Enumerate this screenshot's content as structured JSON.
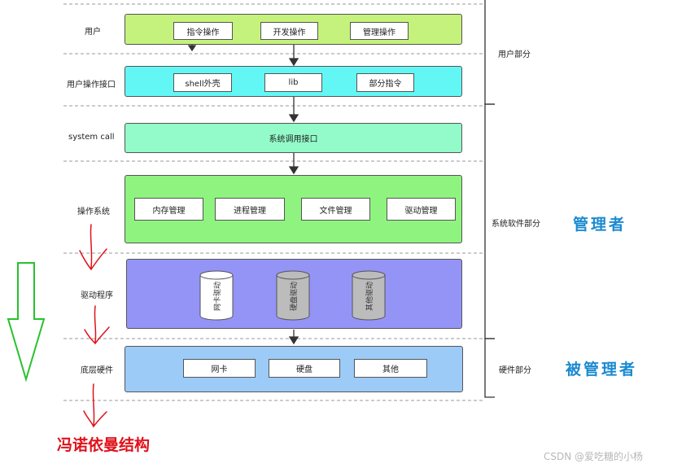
{
  "layers": {
    "user": {
      "label": "用户",
      "items": [
        "指令操作",
        "开发操作",
        "管理操作"
      ],
      "color": "#c5f27c"
    },
    "user_interface": {
      "label": "用户操作接口",
      "items": [
        "shell外壳",
        "lib",
        "部分指令"
      ],
      "color": "#62f7f5"
    },
    "syscall": {
      "label": "system call",
      "text": "系统调用接口",
      "color": "#93fbc9"
    },
    "os": {
      "label": "操作系统",
      "items": [
        "内存管理",
        "进程管理",
        "文件管理",
        "驱动管理"
      ],
      "color": "#8ff47f"
    },
    "drivers": {
      "label": "驱动程序",
      "items": [
        "网卡驱动",
        "硬盘驱动",
        "其他驱动"
      ],
      "color": "#9494f7"
    },
    "hardware": {
      "label": "底层硬件",
      "items": [
        "网卡",
        "硬盘",
        "其他"
      ],
      "color": "#9ccbf7"
    }
  },
  "groups": {
    "user_part": "用户部分",
    "system_part": "系统软件部分",
    "hardware_part": "硬件部分"
  },
  "annotations": {
    "manager": "管理者",
    "managed": "被管理者",
    "von_neumann": "冯诺依曼结构"
  },
  "watermark": "CSDN @爱吃糖的小杨",
  "colors": {
    "red": "#e0111a",
    "blue": "#1b8ad0",
    "green_arrow": "#27c22b"
  }
}
